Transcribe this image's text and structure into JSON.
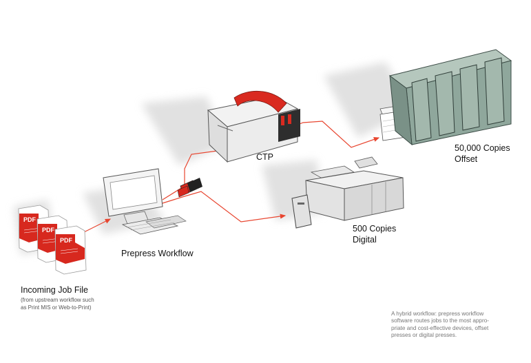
{
  "diagram": {
    "pdf_icon_text": "PDF",
    "labels": {
      "incoming_title": "Incoming Job File",
      "incoming_sub_1": "(from upstream workflow such",
      "incoming_sub_2": "as Print MIS or Web-to-Print)",
      "prepress": "Prepress Workflow",
      "ctp": "CTP",
      "offset_count": "50,000 Copies",
      "offset_name": "Offset",
      "digital_count": "500 Copies",
      "digital_name": "Digital"
    },
    "caption": [
      "A hybrid workflow: prepress workflow",
      "software routes jobs to the most appro-",
      "priate and cost-effective devices, offset",
      "presses or digital presses."
    ],
    "colors": {
      "accent_red": "#e02b20",
      "arrow_red": "#e8452f",
      "press_green": "#8fa79c",
      "press_dark": "#3a4a44",
      "shadow": "#d9d9d9"
    }
  }
}
